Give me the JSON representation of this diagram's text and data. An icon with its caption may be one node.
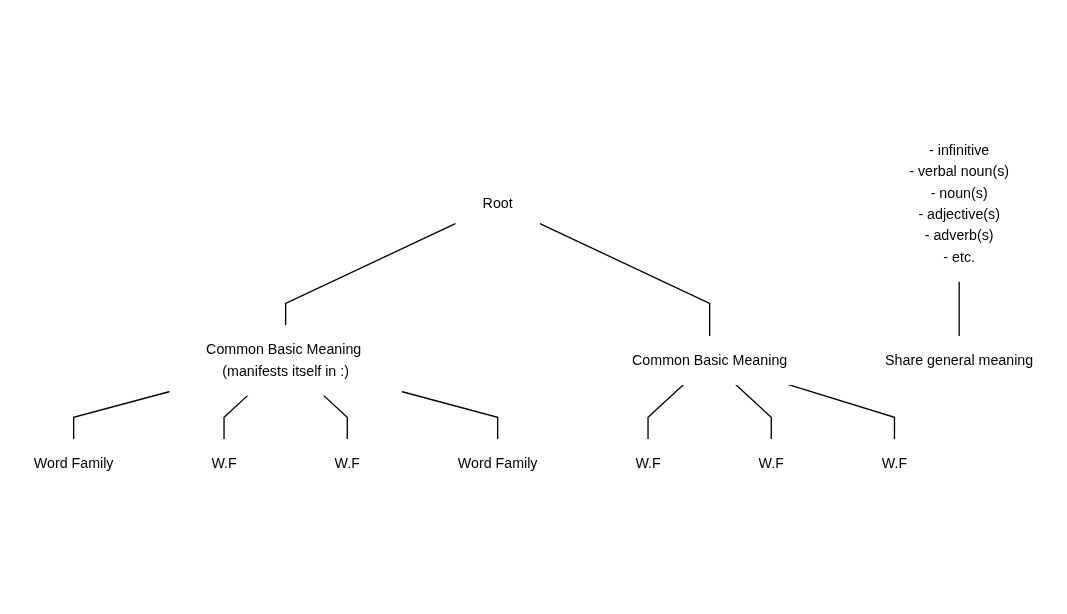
{
  "diagram": {
    "nodes": [
      {
        "text": [
          "Root"
        ]
      },
      {
        "text": [
          "Common Basic Meaning (manifests itself in :)"
        ]
      },
      {
        "text": [
          "Common Basic Meaning"
        ]
      },
      {
        "text": [
          "W.F"
        ]
      },
      {
        "text": [
          "W.F"
        ]
      },
      {
        "text": [
          "W.F"
        ]
      },
      {
        "text": [
          "Word Family"
        ]
      },
      {
        "text": [
          "W.F"
        ]
      },
      {
        "text": [
          "W.F"
        ]
      },
      {
        "text": [
          "Word Family"
        ]
      },
      {
        "text": [
          "- infinitive",
          "- verbal noun(s)",
          "- noun(s)",
          "- adjective(s)",
          "- adverb(s)",
          "- etc."
        ]
      },
      {
        "text": [
          "Share general meaning"
        ]
      }
    ],
    "edges": [
      {
        "from": 0,
        "to": 1,
        "arrow": "none"
      },
      {
        "from": 0,
        "to": 2,
        "arrow": "none"
      },
      {
        "from": 2,
        "to": 3,
        "arrow": "none"
      },
      {
        "from": 2,
        "to": 4,
        "arrow": "none"
      },
      {
        "from": 2,
        "to": 5,
        "arrow": "none"
      },
      {
        "from": 1,
        "to": 6,
        "arrow": "none"
      },
      {
        "from": 1,
        "to": 7,
        "arrow": "none"
      },
      {
        "from": 1,
        "to": 8,
        "arrow": "none"
      },
      {
        "from": 1,
        "to": 9,
        "arrow": "none"
      },
      {
        "from": 10,
        "to": 11,
        "arrow": "none"
      }
    ]
  }
}
